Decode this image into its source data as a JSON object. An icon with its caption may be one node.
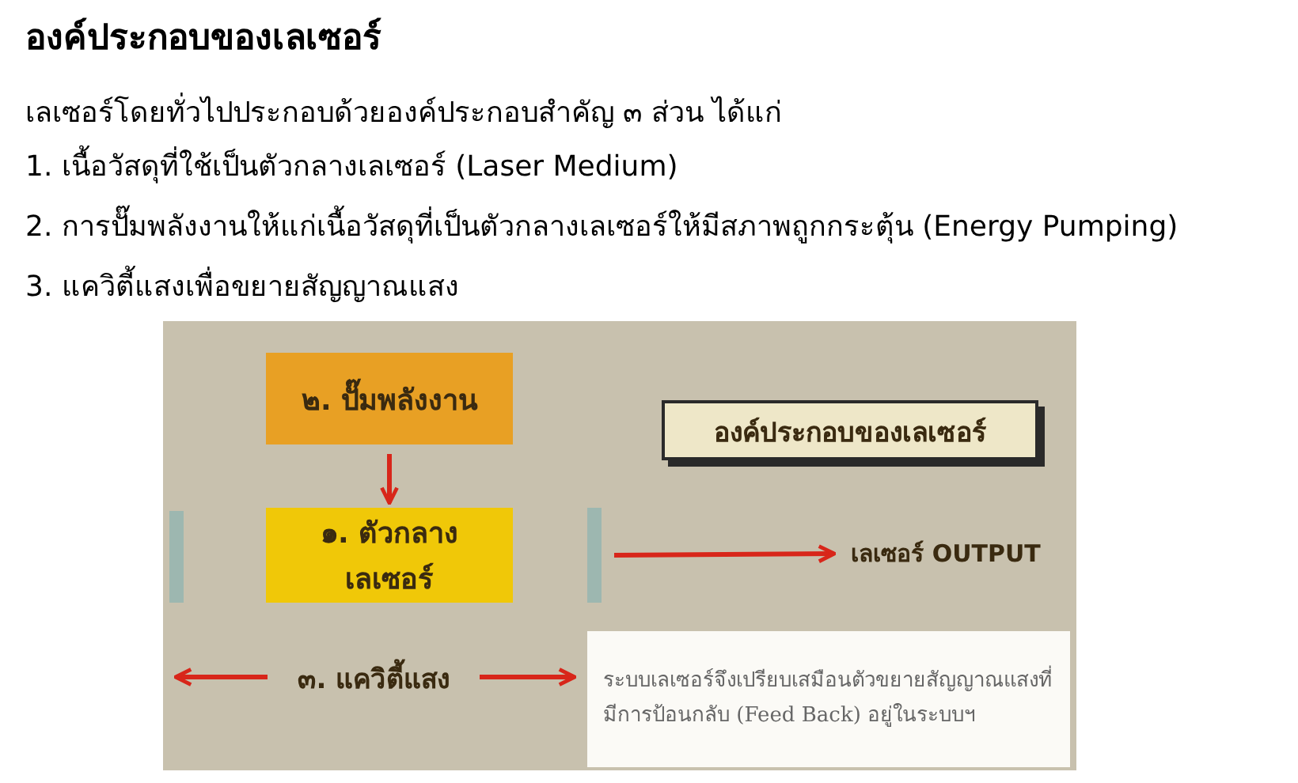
{
  "diagram": {
    "title": "องค์ประกอบของเลเซอร์",
    "nodes": [
      {
        "text": [
          "๒. ปั๊มพลังงาน"
        ]
      },
      {
        "text": [
          "องค์ประกอบของเลเซอร์"
        ]
      },
      {
        "text": [],
        "shape": "bar"
      },
      {
        "text": [
          "๑. ตัวกลาง เลเซอร์"
        ]
      },
      {
        "text": [],
        "shape": "bar"
      },
      {
        "text": [
          "เลเซอร์ OUTPUT"
        ]
      },
      {
        "text": [
          "๓. แควิตี้แสง"
        ]
      },
      {
        "text": [
          "ระบบเลเซอร์จึงเปรียบเสมือนตัวขยายสัญญาณแสงที่มีการป้อนกลับ (Feed Back) อยู่ในระบบฯ"
        ]
      }
    ],
    "edges": [
      {
        "from": 0,
        "to": 3,
        "arrow": "to"
      },
      {
        "from": 4,
        "to": 5,
        "arrow": "to"
      },
      {
        "from": 6,
        "to": null,
        "arrow": "to"
      },
      {
        "from": 6,
        "to": 7,
        "arrow": "to"
      }
    ],
    "labels": [
      "เลเซอร์โดยทั่วไปประกอบด้วยองค์ประกอบสำคัญ ๓ ส่วน ได้แก่",
      "1. เนื้อวัสดุที่ใช้เป็นตัวกลางเลเซอร์ (Laser Medium)",
      "2. การปั๊มพลังงานให้แก่เนื้อวัสดุที่เป็นตัวกลางเลเซอร์ให้มีสภาพถูกกระตุ้น (Energy Pumping)",
      "3. แควิตี้แสงเพื่อขยายสัญญาณแสง"
    ]
  }
}
